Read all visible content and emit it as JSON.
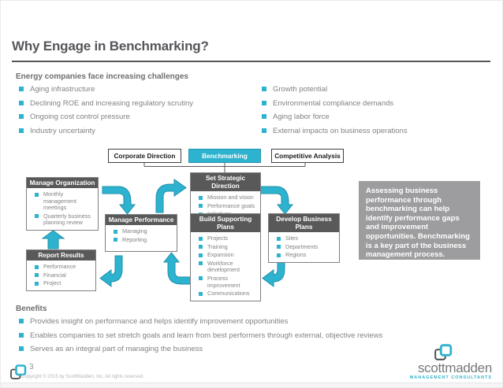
{
  "title": "Why Engage in Benchmarking?",
  "challenges": {
    "heading": "Energy companies face increasing challenges",
    "left": [
      "Aging infrastructure",
      "Declining ROE and increasing regulatory scrutiny",
      "Ongoing cost control pressure",
      "Industry uncertainty"
    ],
    "right": [
      "Growth potential",
      "Environmental compliance demands",
      "Aging labor force",
      "External impacts on business operations"
    ]
  },
  "diagram": {
    "top_boxes": [
      {
        "label": "Corporate Direction"
      },
      {
        "label": "Benchmarking"
      },
      {
        "label": "Competitive Analysis"
      }
    ],
    "boxes": [
      {
        "title": "Manage Organization",
        "items": [
          "Monthly management meetings",
          "Quarterly business planning review"
        ]
      },
      {
        "title": "Manage Performance",
        "items": [
          "Managing",
          "Reporting"
        ]
      },
      {
        "title": "Set Strategic Direction",
        "items": [
          "Mission and vision",
          "Performance goals",
          "Initiatives"
        ]
      },
      {
        "title": "Build Supporting Plans",
        "items": [
          "Projects",
          "Training",
          "Expansion",
          "Workforce development",
          "Process improvement",
          "Communications"
        ]
      },
      {
        "title": "Develop Business Plans",
        "items": [
          "Sites",
          "Departments",
          "Regions"
        ]
      },
      {
        "title": "Report Results",
        "items": [
          "Performance",
          "Financial",
          "Project"
        ]
      }
    ],
    "callout": "Assessing business performance through benchmarking can help identify performance gaps and improvement opportunities. Benchmarking is a key part of the business management process."
  },
  "benefits": {
    "heading": "Benefits",
    "items": [
      "Provides insight on performance and helps identify improvement opportunities",
      "Enables companies to set stretch goals and learn from best performers through external, objective reviews",
      "Serves as an integral part of managing the business"
    ]
  },
  "footer": {
    "page_number": "3",
    "copyright": "Copyright © 2015 by ScottMadden, Inc. All rights reserved.",
    "logo_text": "scottmadden",
    "logo_tagline": "MANAGEMENT CONSULTANTS"
  },
  "colors": {
    "teal": "#2db3cf",
    "header_gray": "#595959",
    "callout_gray": "#9d9d9f",
    "title_gray": "#55565a",
    "body_text_gray": "#808285"
  }
}
